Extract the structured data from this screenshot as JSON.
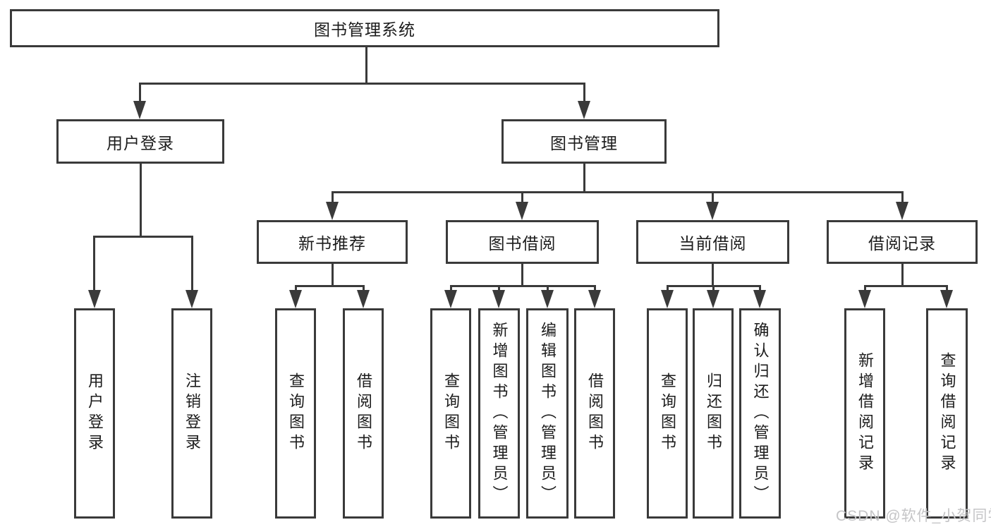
{
  "watermark": "CSDN @软件_小贺同学",
  "colors": {
    "line": "#3a3a3a",
    "text": "#1c1c1c",
    "watermark": "#c5c5c7",
    "background": "#ffffff"
  },
  "tree": {
    "root": "图书管理系统",
    "branches": [
      {
        "label": "用户登录",
        "leaves": [
          "用户登录",
          "注销登录"
        ]
      },
      {
        "label": "图书管理",
        "groups": [
          {
            "label": "新书推荐",
            "leaves": [
              "查询图书",
              "借阅图书"
            ]
          },
          {
            "label": "图书借阅",
            "leaves": [
              "查询图书",
              "新增图书（管理员）",
              "编辑图书（管理员）",
              "借阅图书"
            ]
          },
          {
            "label": "当前借阅",
            "leaves": [
              "查询图书",
              "归还图书",
              "确认归还（管理员）"
            ]
          },
          {
            "label": "借阅记录",
            "leaves": [
              "新增借阅记录",
              "查询借阅记录"
            ]
          }
        ]
      }
    ]
  }
}
